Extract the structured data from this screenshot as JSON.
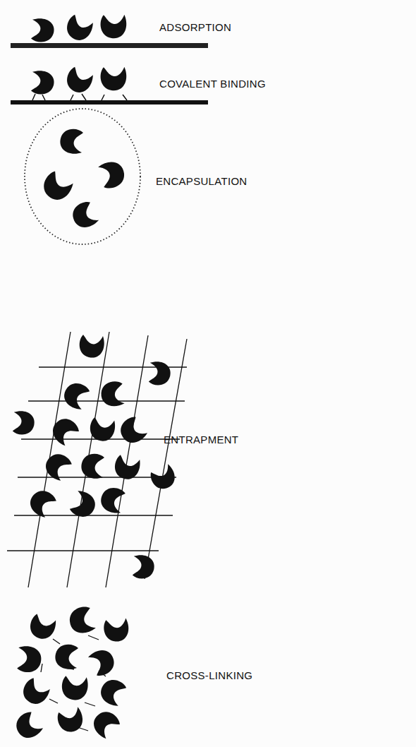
{
  "diagram": {
    "labels": [
      "ADSORPTION",
      "COVALENT BINDING",
      "ENCAPSULATION",
      "ENTRAPMENT",
      "CROSS-LINKING"
    ]
  }
}
